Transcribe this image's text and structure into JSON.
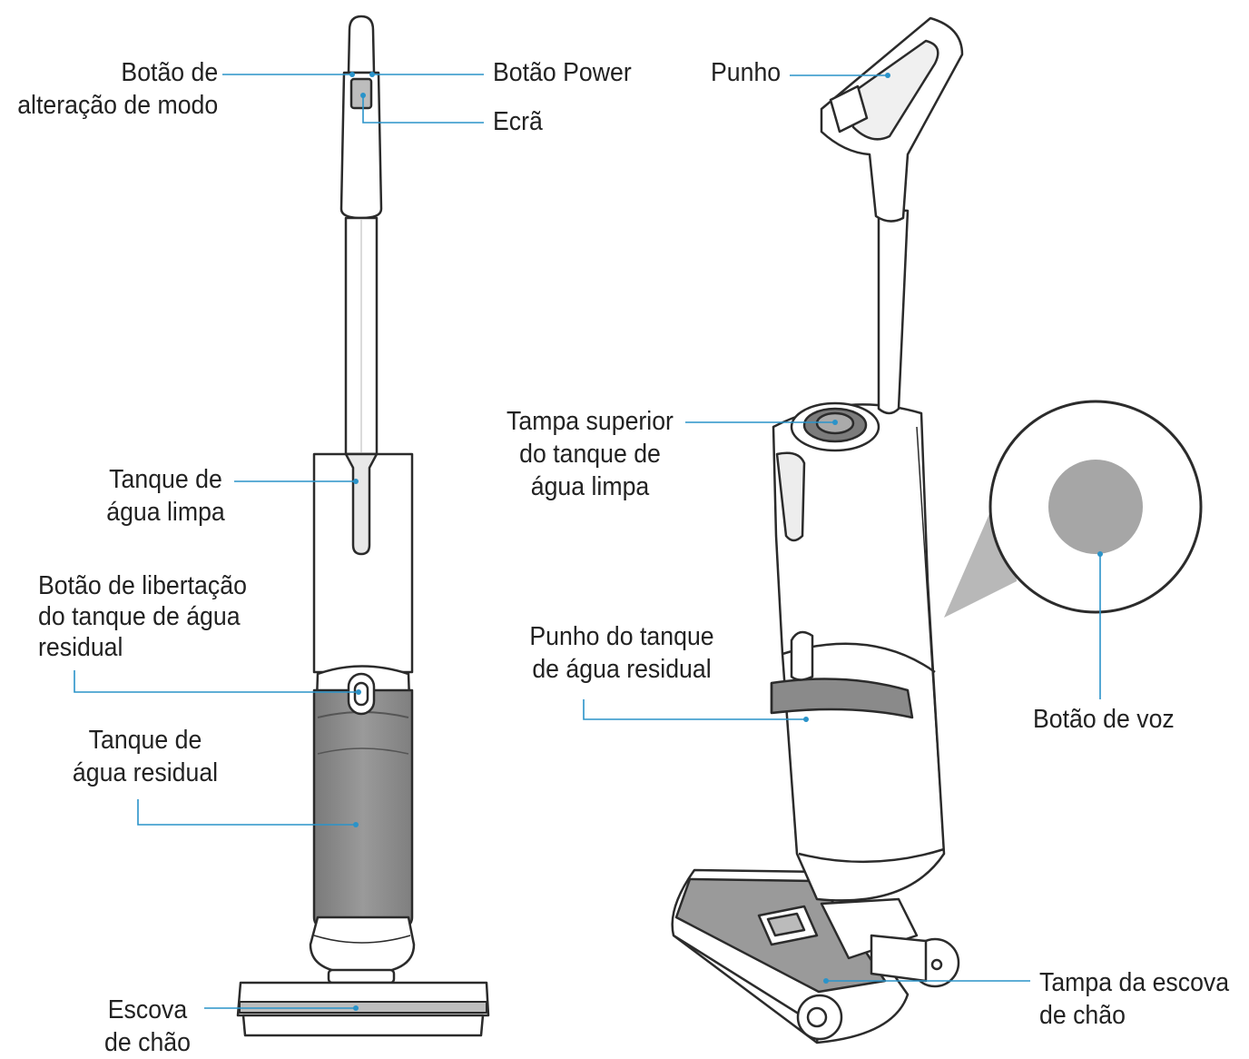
{
  "diagram": {
    "colors": {
      "outline": "#2b2b2b",
      "leader": "#2a93c9",
      "tank_gray": "#8e8e8e",
      "body_fill": "#ffffff",
      "shade": "#d9d9d9"
    },
    "labels": {
      "mode_button": [
        "Botão de",
        "alteração de modo"
      ],
      "power_button": "Botão Power",
      "screen": "Ecrã",
      "clean_tank": [
        "Tanque de",
        "água limpa"
      ],
      "waste_release_button": [
        "Botão de libertação",
        "do tanque de água",
        "residual"
      ],
      "waste_tank": [
        "Tanque de",
        "água residual"
      ],
      "floor_brush": [
        "Escova",
        "de chão"
      ],
      "handle": "Punho",
      "clean_tank_top_cover": [
        "Tampa superior",
        "do tanque de",
        "água limpa"
      ],
      "waste_tank_handle": [
        "Punho do tanque",
        "de água residual"
      ],
      "voice_button": "Botão de voz",
      "floor_brush_cover": [
        "Tampa da escova",
        "de chão"
      ]
    }
  }
}
